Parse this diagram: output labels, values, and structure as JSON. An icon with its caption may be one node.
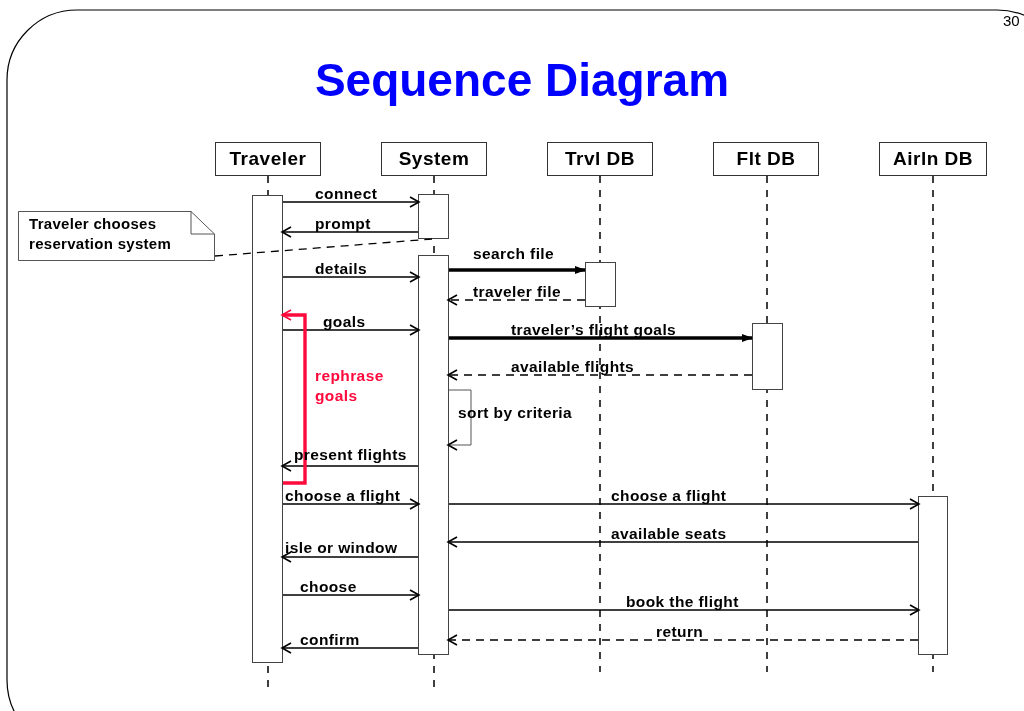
{
  "diagram": {
    "title": "Sequence Diagram",
    "nodes": [
      {
        "text": [
          "Traveler"
        ]
      },
      {
        "text": [
          "System"
        ]
      },
      {
        "text": [
          "Trvl DB"
        ]
      },
      {
        "text": [
          "Flt DB"
        ]
      },
      {
        "text": [
          "Airln DB"
        ]
      },
      {
        "text": [],
        "shape": "bar"
      },
      {
        "text": [],
        "shape": "bar"
      },
      {
        "text": [],
        "shape": "bar"
      },
      {
        "text": [],
        "shape": "bar"
      },
      {
        "text": [],
        "shape": "bar"
      },
      {
        "text": [],
        "shape": "bar"
      },
      {
        "text": [
          "Traveler chooses reservation system"
        ]
      }
    ],
    "edges": [
      {
        "from": 5,
        "to": 6,
        "arrow": "to",
        "label": "connect"
      },
      {
        "from": 6,
        "to": 5,
        "arrow": "to",
        "label": "prompt"
      },
      {
        "from": 7,
        "to": 8,
        "arrow": "to",
        "label": "search file",
        "style": "thick"
      },
      {
        "from": 5,
        "to": 7,
        "arrow": "to",
        "label": "details"
      },
      {
        "from": 8,
        "to": 7,
        "arrow": "to",
        "label": "traveler file",
        "style": "dashed"
      },
      {
        "from": 5,
        "to": 7,
        "arrow": "to",
        "label": "goals"
      },
      {
        "from": 7,
        "to": 9,
        "arrow": "to",
        "label": "traveler’s flight goals",
        "style": "thick"
      },
      {
        "from": 9,
        "to": 7,
        "arrow": "to",
        "label": "available flights",
        "style": "dashed"
      },
      {
        "from": 7,
        "to": 7,
        "arrow": "to",
        "label": "sort by criteria"
      },
      {
        "from": 7,
        "to": 5,
        "arrow": "to",
        "label": "present flights"
      },
      {
        "from": 5,
        "to": 5,
        "arrow": "to",
        "label": "rephrase goals",
        "style": "thick",
        "color": "#ff0a3c"
      },
      {
        "from": 5,
        "to": 7,
        "arrow": "to",
        "label": "choose a flight"
      },
      {
        "from": 7,
        "to": 10,
        "arrow": "to",
        "label": "choose a flight"
      },
      {
        "from": 10,
        "to": 7,
        "arrow": "to",
        "label": "available seats"
      },
      {
        "from": 7,
        "to": 5,
        "arrow": "to",
        "label": "isle or window"
      },
      {
        "from": 5,
        "to": 7,
        "arrow": "to",
        "label": "choose"
      },
      {
        "from": 7,
        "to": 10,
        "arrow": "to",
        "label": "book the flight"
      },
      {
        "from": 10,
        "to": 7,
        "arrow": "to",
        "label": "return",
        "style": "dashed"
      },
      {
        "from": 7,
        "to": 5,
        "arrow": "to",
        "label": "confirm"
      },
      {
        "from": 11,
        "to": 6,
        "arrow": "none",
        "style": "dashed"
      }
    ],
    "labels": [
      "30"
    ]
  }
}
